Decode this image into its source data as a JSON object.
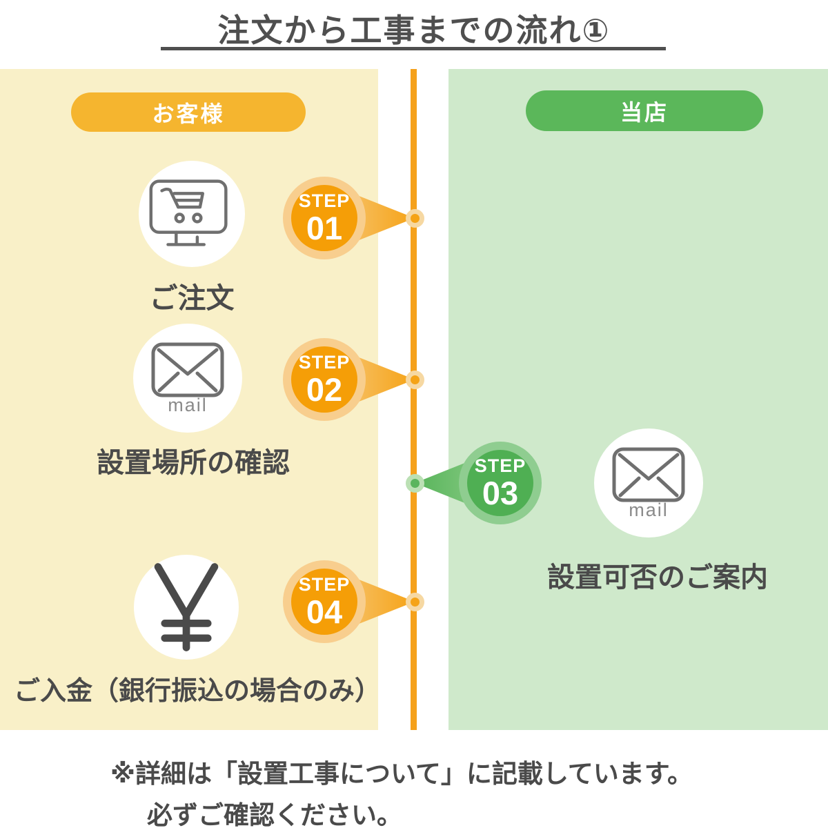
{
  "title": {
    "text": "注文から工事までの流れ①"
  },
  "lanes": {
    "customer": {
      "label": "お客様"
    },
    "store": {
      "label": "当店"
    }
  },
  "steps": [
    {
      "word": "STEP",
      "number": "01",
      "label": "ご注文",
      "icon": "cart-monitor",
      "side": "customer"
    },
    {
      "word": "STEP",
      "number": "02",
      "label": "設置場所の確認",
      "icon": "mail",
      "icon_caption": "mail",
      "side": "customer"
    },
    {
      "word": "STEP",
      "number": "03",
      "label": "設置可否のご案内",
      "icon": "mail",
      "icon_caption": "mail",
      "side": "store"
    },
    {
      "word": "STEP",
      "number": "04",
      "label": "ご入金（銀行振込の場合のみ）",
      "icon": "yen",
      "side": "customer"
    }
  ],
  "note": {
    "line1": "※詳細は「設置工事について」に記載しています。",
    "line2": "必ずご確認ください。"
  },
  "colors": {
    "customer_lane_bg": "#F9F0C8",
    "customer_pill": "#F5B52F",
    "customer_accent": "#F5A316",
    "store_lane_bg": "#CFE9CB",
    "store_pill": "#5BB75A",
    "store_accent": "#4FAF53",
    "timeline": "#F5A11B",
    "heading_text": "#4F4F4F",
    "body_text": "#4A4A4A",
    "icon_stroke": "#6F6F6F"
  }
}
